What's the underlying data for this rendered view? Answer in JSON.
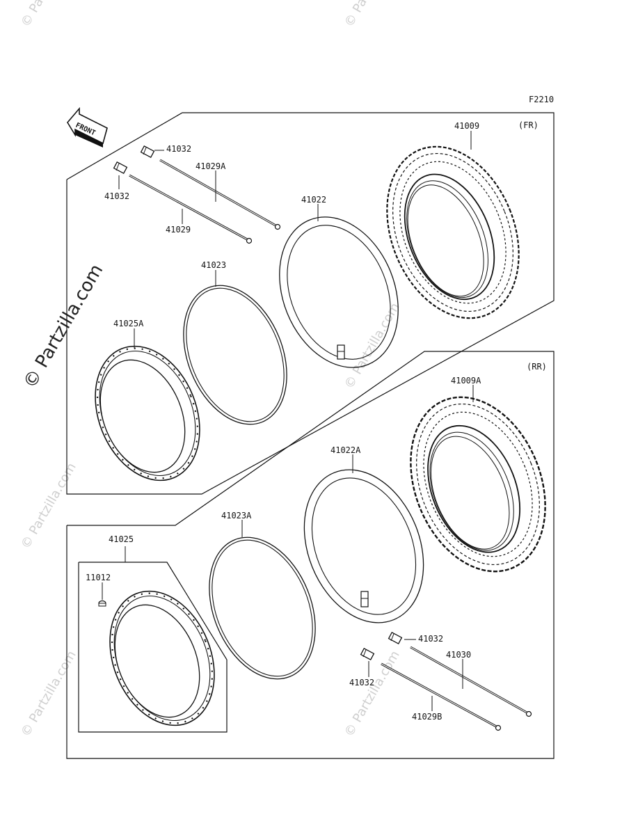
{
  "figure_code": "F2210",
  "front_arrow": "FRONT",
  "sections": {
    "front": "(FR)",
    "rear": "(RR)"
  },
  "parts": {
    "p41009": "41009",
    "p41009A": "41009A",
    "p41022": "41022",
    "p41022A": "41022A",
    "p41023": "41023",
    "p41023A": "41023A",
    "p41025": "41025",
    "p41025A": "41025A",
    "p41029": "41029",
    "p41029A": "41029A",
    "p41029B": "41029B",
    "p41030": "41030",
    "p41032": "41032",
    "p11012": "11012"
  },
  "watermark": {
    "main": "© Partzilla.com",
    "small": "© Partzilla.com"
  },
  "colors": {
    "line": "#111111",
    "watermark": "#cfcfcf"
  }
}
